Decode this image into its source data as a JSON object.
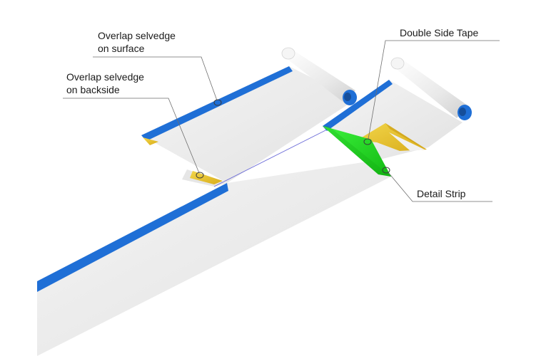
{
  "labels": {
    "overlap_surface": {
      "line1": "Overlap selvedge",
      "line2": "on surface"
    },
    "overlap_backside": {
      "line1": "Overlap selvedge",
      "line2": "on backside"
    },
    "double_side_tape": "Double Side Tape",
    "detail_strip": "Detail Strip"
  },
  "colors": {
    "membrane": "#ececec",
    "membrane_shade": "#dcdcdc",
    "selvedge_blue": "#1f6fd6",
    "tape_yellow": "#e8c42a",
    "detail_strip_green": "#1fd41f"
  }
}
